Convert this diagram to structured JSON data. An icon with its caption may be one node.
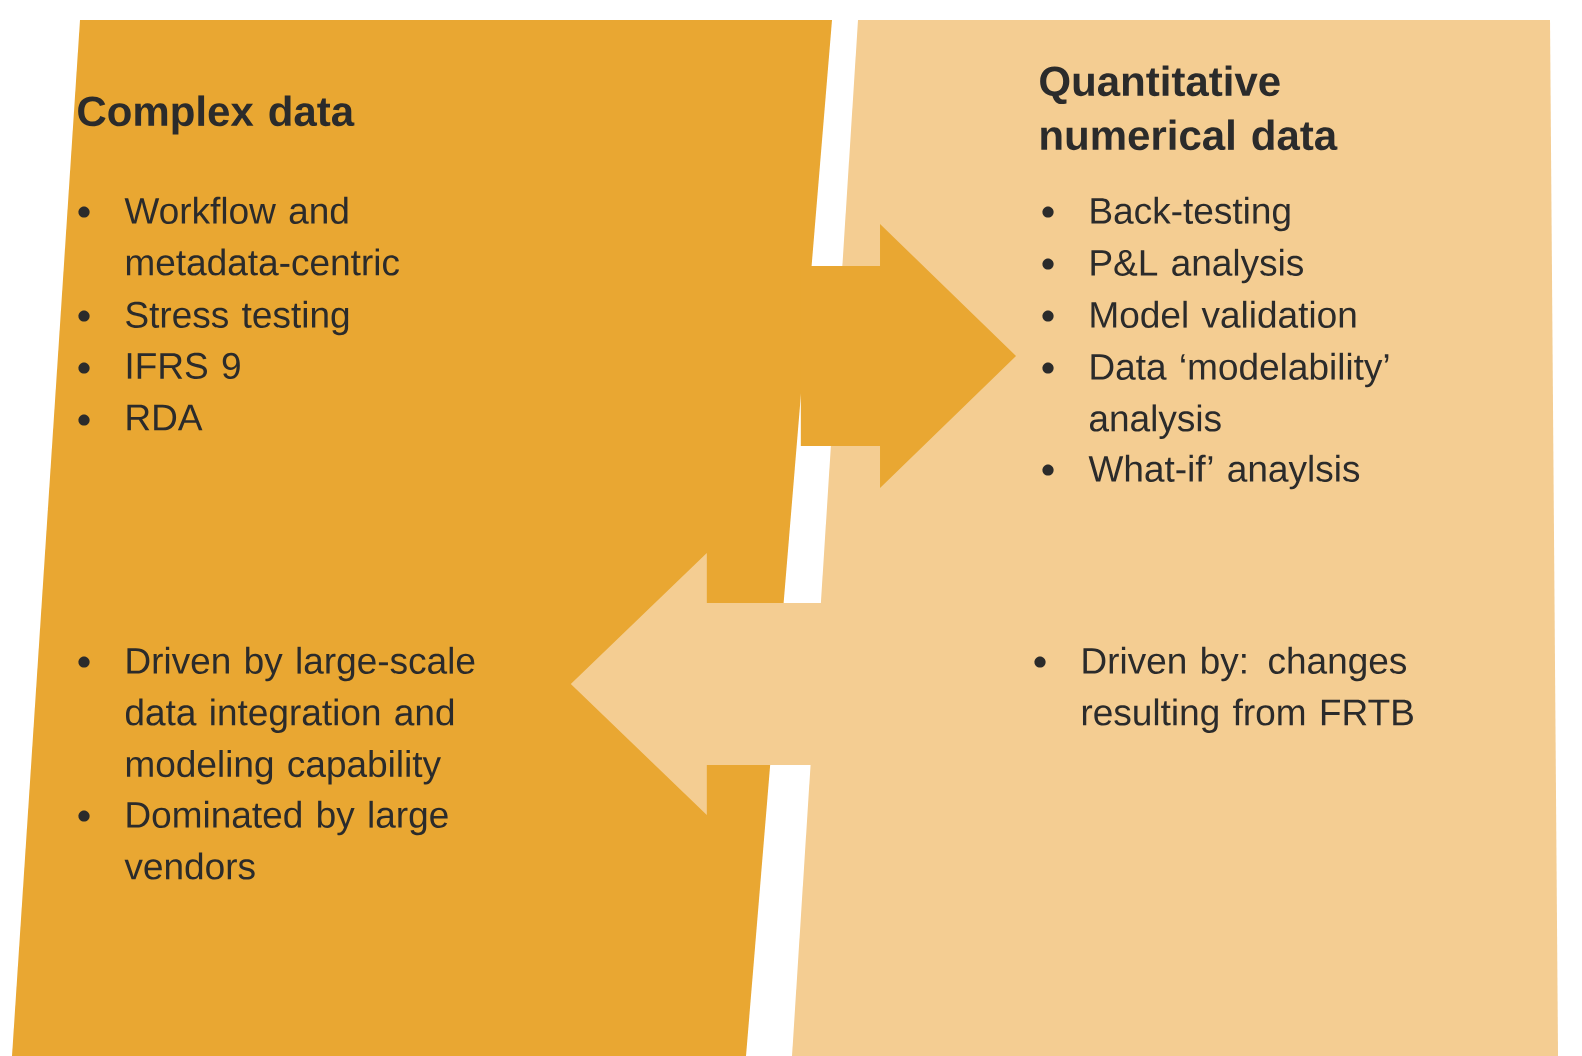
{
  "diagram": {
    "nodes": [
      {
        "text": [
          "Complex data",
          "Workflow and metadata-centric",
          "Stress testing",
          "IFRS 9",
          "RDA",
          "Driven by large-scale data integration and modeling capability",
          "Dominated by large vendors"
        ]
      },
      {
        "text": [
          "Quantitative numerical data",
          "Back-testing",
          "P&L analysis",
          "Model validation",
          "Data ‘modelability’ analysis",
          "What-if’ anaylsis",
          "Driven by: changes resulting from FRTB"
        ]
      }
    ],
    "edges": [
      {
        "from": 0,
        "to": 1,
        "arrow": "to",
        "color": "#e9a732"
      },
      {
        "from": 1,
        "to": 0,
        "arrow": "to",
        "color": "#f4cd92"
      }
    ]
  }
}
